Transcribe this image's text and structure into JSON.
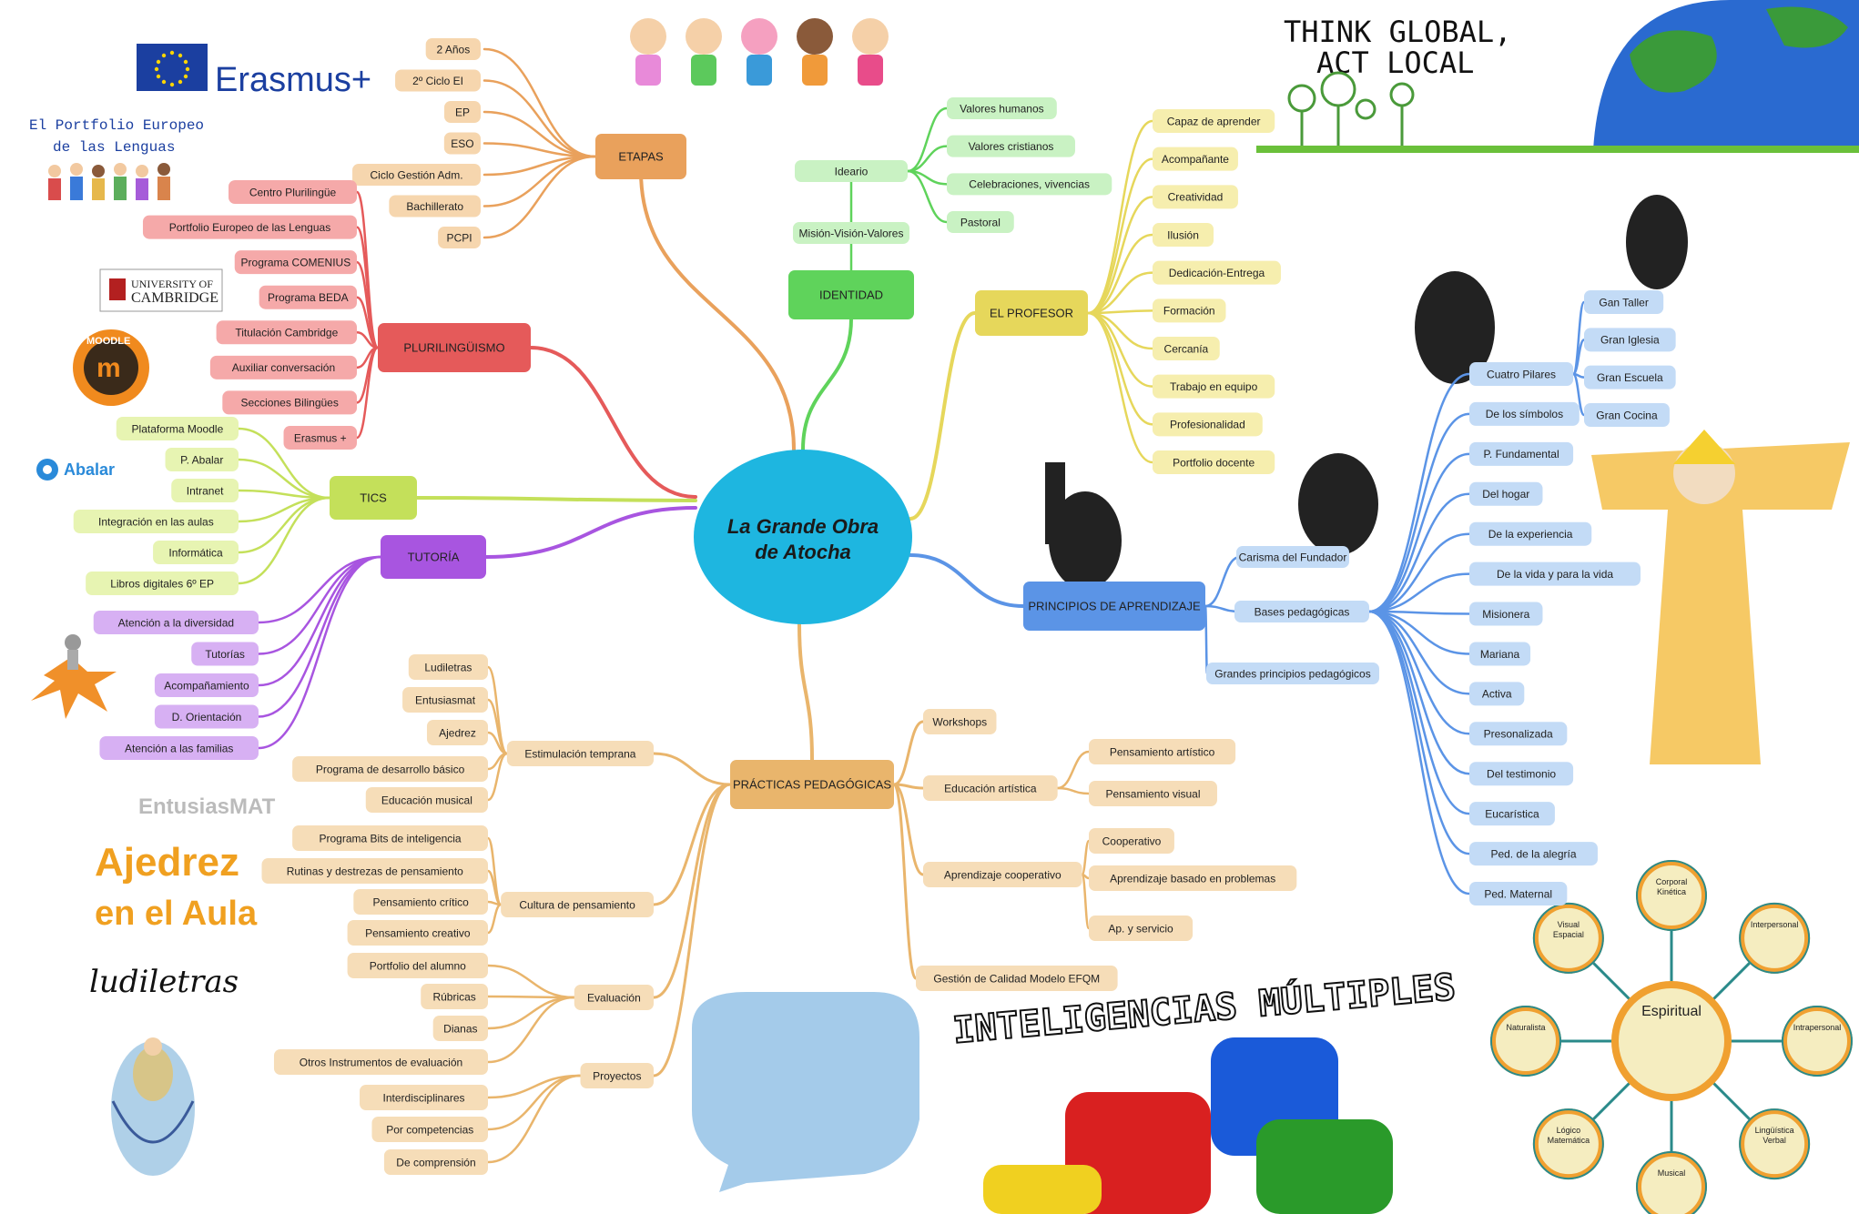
{
  "center": {
    "line1": "La Grande Obra",
    "line2": "de Atocha"
  },
  "branches": [
    {
      "id": "etapas",
      "label": "ETAPAS",
      "color": "#e9a15c",
      "light": "#f6d6ae",
      "items": [
        "2 Años",
        "2º Ciclo EI",
        "EP",
        "ESO",
        "Ciclo Gestión Adm.",
        "Bachillerato",
        "PCPI"
      ]
    },
    {
      "id": "identidad",
      "label": "IDENTIDAD",
      "color": "#5fd35b",
      "light": "#c9f2c3",
      "items": [
        {
          "label": "Misión-Visión-Valores"
        },
        {
          "label": "Ideario",
          "items": [
            "Valores humanos",
            "Valores cristianos",
            "Celebraciones, vivencias",
            "Pastoral"
          ]
        }
      ]
    },
    {
      "id": "profesor",
      "label": "EL PROFESOR",
      "color": "#e6d75b",
      "light": "#f6eeae",
      "items": [
        "Capaz de aprender",
        "Acompañante",
        "Creatividad",
        "Ilusión",
        "Dedicación-Entrega",
        "Formación",
        "Cercanía",
        "Trabajo en equipo",
        "Profesionalidad",
        "Portfolio docente"
      ]
    },
    {
      "id": "principios",
      "label": "PRINCIPIOS DE APRENDIZAJE",
      "color": "#5b94e6",
      "light": "#c3dbf6",
      "items": [
        {
          "label": "Carisma del Fundador"
        },
        {
          "label": "Bases pedagógicas",
          "items": [
            {
              "label": "Cuatro Pilares",
              "items": [
                "Gan Taller",
                "Gran Iglesia",
                "Gran Escuela",
                "Gran Cocina"
              ]
            },
            "De los símbolos",
            "P. Fundamental",
            "Del hogar",
            "De la experiencia",
            "De la vida y para la vida",
            "Misionera",
            "Mariana",
            "Activa",
            "Presonalizada",
            "Del testimonio",
            "Eucarística",
            "Ped. de la alegría",
            "Ped. Maternal"
          ]
        },
        {
          "label": "Grandes principios pedagógicos"
        }
      ]
    },
    {
      "id": "practicas",
      "label": "PRÁCTICAS PEDAGÓGICAS",
      "color": "#e9b56c",
      "light": "#f6ddb8",
      "items": [
        {
          "label": "Workshops"
        },
        {
          "label": "Educación artística",
          "items": [
            "Pensamiento artístico",
            "Pensamiento visual"
          ]
        },
        {
          "label": "Aprendizaje cooperativo",
          "items": [
            "Cooperativo",
            "Aprendizaje basado en problemas",
            "Ap. y servicio"
          ]
        },
        {
          "label": "Gestión de Calidad Modelo EFQM"
        },
        {
          "label": "Estimulación temprana",
          "items": [
            "Ludiletras",
            "Entusiasmat",
            "Ajedrez",
            "Programa de desarrollo básico",
            "Educación musical"
          ]
        },
        {
          "label": "Cultura de pensamiento",
          "items": [
            "Programa Bits de inteligencia",
            "Rutinas y destrezas de pensamiento",
            "Pensamiento crítico",
            "Pensamiento creativo"
          ]
        },
        {
          "label": "Evaluación",
          "items": [
            "Portfolio del alumno",
            "Rúbricas",
            "Dianas",
            "Otros Instrumentos de evaluación"
          ]
        },
        {
          "label": "Proyectos",
          "items": [
            "Interdisciplinares",
            "Por competencias",
            "De comprensión"
          ]
        }
      ]
    },
    {
      "id": "tutoria",
      "label": "TUTORÍA",
      "color": "#a855e0",
      "light": "#d7b0f3",
      "items": [
        "Atención a la diversidad",
        "Tutorías",
        "Acompañamiento",
        "D. Orientación",
        "Atención a las familias"
      ]
    },
    {
      "id": "tics",
      "label": "TICS",
      "color": "#c4e05a",
      "light": "#e7f4b2",
      "items": [
        "Plataforma Moodle",
        "P. Abalar",
        "Intranet",
        "Integración en las aulas",
        "Informática",
        "Libros digitales 6º EP"
      ]
    },
    {
      "id": "pluri",
      "label": "PLURILINGÜISMO",
      "color": "#e55a5a",
      "light": "#f5a9a9",
      "items": [
        "Centro Plurilingüe",
        "Portfolio Europeo de las Lenguas",
        "Programa COMENIUS",
        "Programa BEDA",
        "Titulación Cambridge",
        "Auxiliar conversación",
        "Secciones Bilingües",
        "Erasmus +"
      ]
    }
  ],
  "decor": {
    "erasmus": "Erasmus+",
    "portfolio": "El Portfolio Europeo de las Lenguas",
    "cambridge": "UNIVERSITY OF CAMBRIDGE",
    "moodle": "MOODLE",
    "abalar": "Abalar",
    "entusiasmat": "EntusiasMAT",
    "ajedrez1": "Ajedrez",
    "ajedrez2": "en el Aula",
    "ludiletras": "ludiletras",
    "think1": "THINK GLOBAL,",
    "think2": "ACT LOCAL",
    "inteligencias": "INTELIGENCIAS MÚLTIPLES",
    "mi_center": "Espiritual",
    "mi": [
      "Corporal Kinética",
      "Interpersonal",
      "Intrapersonal",
      "Lingüística Verbal",
      "Musical",
      "Lógico Matemática",
      "Naturalista",
      "Visual Espacial"
    ],
    "colors": {
      "mi_ring": "#f0a030",
      "mi_line": "#2a8a8a",
      "center": "#1eb6e0"
    }
  }
}
